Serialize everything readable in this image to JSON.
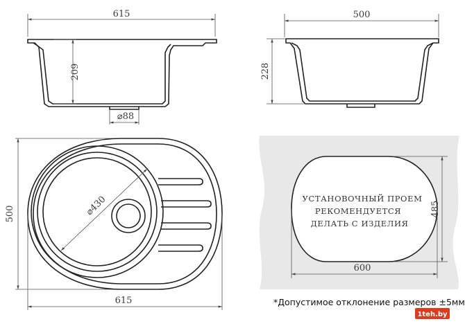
{
  "dimensions": {
    "front_width": "615",
    "front_depth": "209",
    "drain_diameter": "⌀88",
    "side_width": "500",
    "side_depth": "228",
    "top_height": "500",
    "bowl_diameter": "⌀430",
    "top_width": "615",
    "cutout_height": "485",
    "cutout_width": "600"
  },
  "cutout": {
    "line1": "УСТАНОВОЧНЫЙ ПРОЕМ",
    "line2": "РЕКОМЕНДУЕТСЯ",
    "line3": "ДЕЛАТЬ С ИЗДЕЛИЯ"
  },
  "footnote": "*Допустимое отклонение размеров ±5мм",
  "watermark": "1teh.by",
  "colors": {
    "line": "#222222",
    "countertop": "#e8e8e8",
    "cutout_fill": "#ffffff",
    "watermark_bg": "#e03a1e"
  }
}
